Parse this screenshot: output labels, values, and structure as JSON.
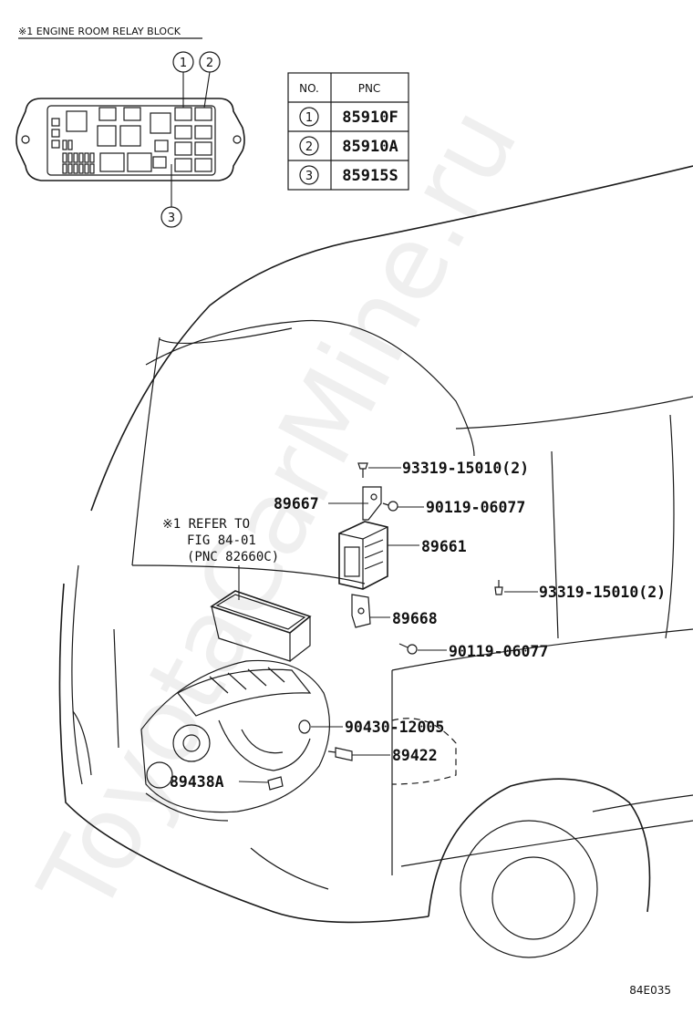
{
  "relay_block": {
    "title": "※1 ENGINE ROOM RELAY BLOCK",
    "callouts": [
      "1",
      "2",
      "3"
    ]
  },
  "pnc_table": {
    "headers": [
      "NO.",
      "PNC"
    ],
    "rows": [
      {
        "no": "1",
        "pnc": "85910F"
      },
      {
        "no": "2",
        "pnc": "85910A"
      },
      {
        "no": "3",
        "pnc": "85915S"
      }
    ]
  },
  "refer_note": {
    "line1": "※1 REFER TO",
    "line2": "FIG 84-01",
    "line3": "(PNC 82660C)"
  },
  "part_labels": {
    "bolt_top": "93319-15010(2)",
    "bracket_top": "89667",
    "nut_top": "90119-06077",
    "ecu": "89661",
    "bolt_right": "93319-15010(2)",
    "bracket_bottom": "89668",
    "nut_bottom": "90119-06077",
    "gasket": "90430-12005",
    "sensor_right": "89422",
    "sensor_left": "89438A"
  },
  "figure_code": "84E035",
  "watermark": "ToyotaCarMine.ru"
}
